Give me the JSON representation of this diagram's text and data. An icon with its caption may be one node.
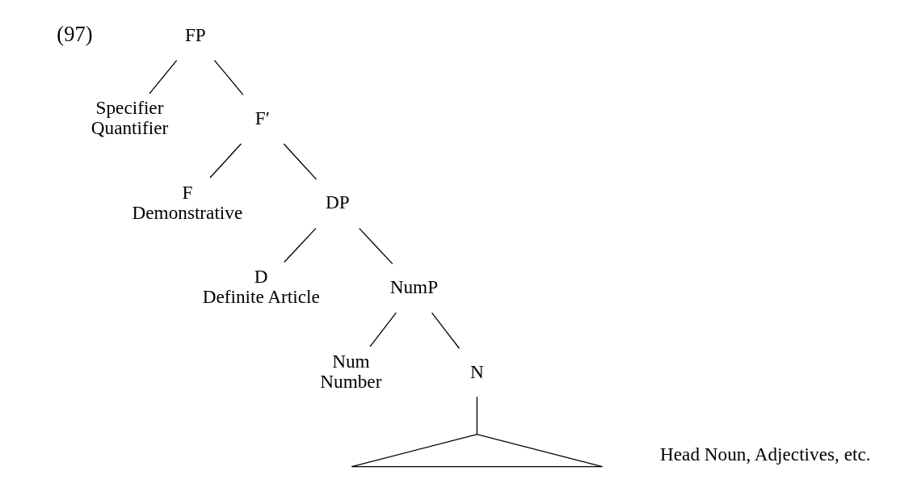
{
  "diagram": {
    "nodes": [
      {
        "text": [
          "FP"
        ]
      },
      {
        "text": [
          "Specifier",
          "Quantifier"
        ]
      },
      {
        "text": [
          "F′"
        ]
      },
      {
        "text": [
          "F",
          "Demonstrative"
        ]
      },
      {
        "text": [
          "DP"
        ]
      },
      {
        "text": [
          "D",
          "Definite Article"
        ]
      },
      {
        "text": [
          "NumP"
        ]
      },
      {
        "text": [
          "Num",
          "Number"
        ]
      },
      {
        "text": [
          "N"
        ]
      },
      {
        "text": [],
        "shape": "triangle",
        "beside": [
          "Head Noun, Adjectives, etc."
        ]
      }
    ],
    "edges": [
      {
        "from": 0,
        "to": 1,
        "arrow": "none"
      },
      {
        "from": 0,
        "to": 2,
        "arrow": "none"
      },
      {
        "from": 2,
        "to": 3,
        "arrow": "none"
      },
      {
        "from": 2,
        "to": 4,
        "arrow": "none"
      },
      {
        "from": 4,
        "to": 5,
        "arrow": "none"
      },
      {
        "from": 4,
        "to": 6,
        "arrow": "none"
      },
      {
        "from": 6,
        "to": 7,
        "arrow": "none"
      },
      {
        "from": 6,
        "to": 8,
        "arrow": "none"
      },
      {
        "from": 8,
        "to": 9,
        "arrow": "none"
      }
    ],
    "labels": [
      "(97)"
    ]
  }
}
